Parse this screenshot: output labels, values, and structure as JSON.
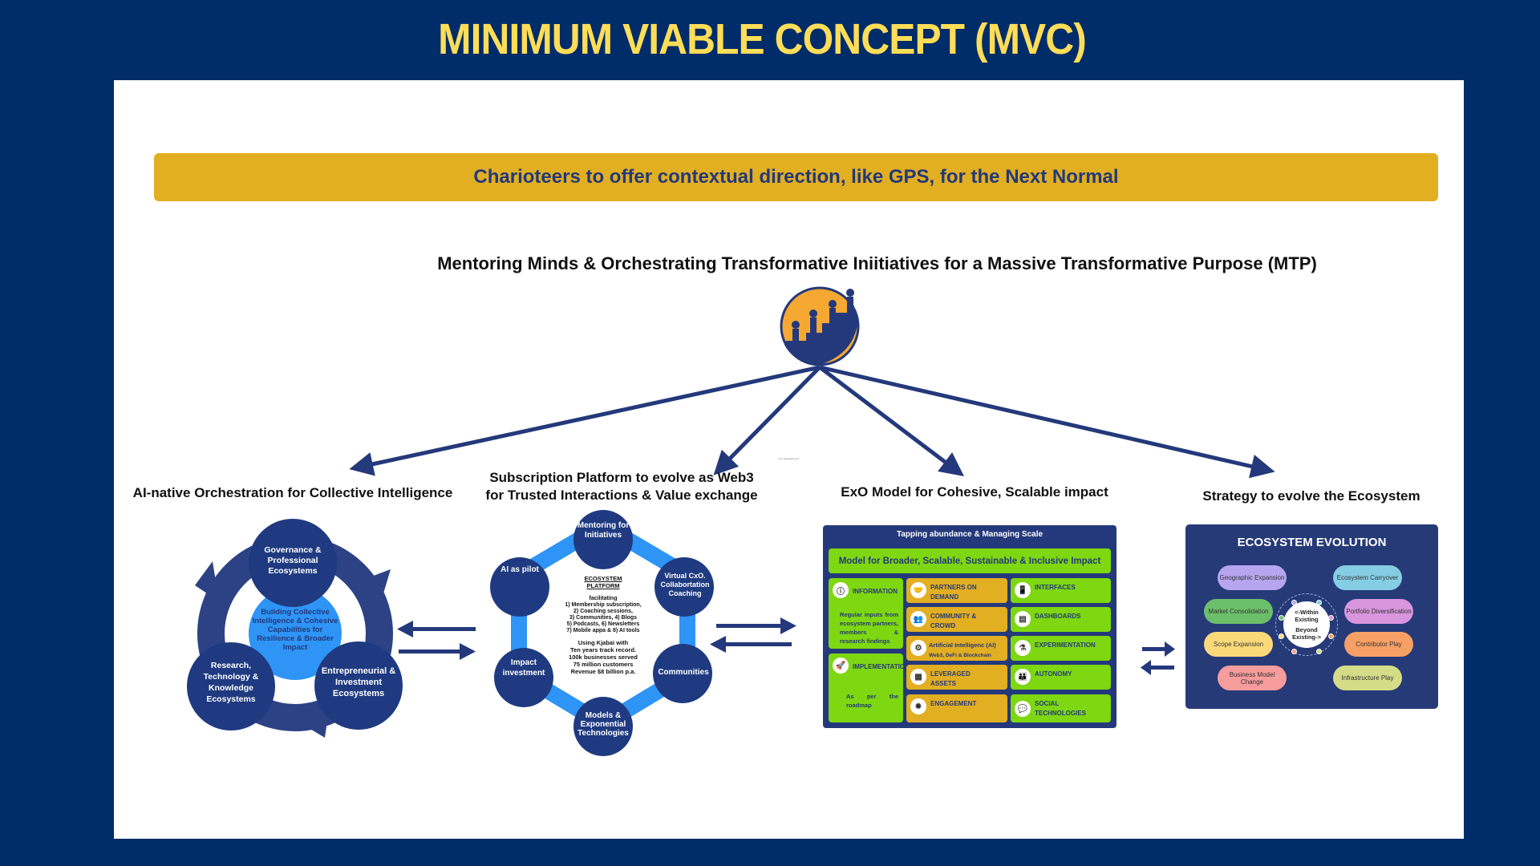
{
  "title": "MINIMUM VIABLE CONCEPT (MVC)",
  "banner": "Charioteers to offer contextual direction, like GPS, for the Next Normal",
  "mtp_heading": "Mentoring Minds & Orchestrating Transformative Iniitiatives for a Massive Transformative Purpose (MTP)",
  "placeholder_text": "Your paragraph text",
  "colors": {
    "background": "#002c6a",
    "title": "#ffdd57",
    "banner": "#e2ae22",
    "navy": "#24397b",
    "light_blue": "#2e94f5",
    "green": "#7ed710"
  },
  "logo": {
    "icon": "people-climbing-stairs-logo"
  },
  "sections": {
    "ai_native": {
      "title": "AI-native Orchestration for Collective Intelligence",
      "center": "Building Collective Intelligence & Cohesive Capabilities for Resilience & Broader Impact",
      "nodes": [
        "Governance & Professional Ecosystems",
        "Entrepreneurial & Investment Ecosystems",
        "Research, Technology & Knowledge Ecosystems"
      ]
    },
    "subscription": {
      "title_line1": "Subscription Platform to evolve as Web3",
      "title_line2": "for Trusted Interactions & Value exchange",
      "center_title_1": "ECOSYSTEM",
      "center_title_2": "PLATFORM",
      "facilitating": [
        "facilitating",
        "1) Membership subscription,",
        "2) Coaching sessions,",
        "3) Communities, 4) Blogs",
        "5) Podcasts, 6) Newsletters",
        "7) Mobile appa & 8) AI tools"
      ],
      "kajabi": [
        "Using Kjabai with",
        "Ten years track record.",
        "100k businesses served",
        "75 million customers",
        "Revenue $8 billion p.a."
      ],
      "nodes": [
        "Mentoring for Initiatives",
        "Virtual CxO. Collabortation Coaching",
        "Communities",
        "Models & Exponential Technologies",
        "Impact investment",
        "AI as pilot"
      ]
    },
    "exo": {
      "title": "ExO Model for Cohesive, Scalable impact",
      "header": "Tapping abundance & Managing Scale",
      "model": "Model for Broader, Scalable, Sustainable & Inclusive Impact",
      "left": [
        {
          "label": "INFORMATION",
          "icon": "info-icon",
          "desc": "Regular inputs from ecosystem partners, members & research findings"
        },
        {
          "label": "IMPLEMENTATION",
          "icon": "rocket-icon",
          "desc": "As per the roadmap"
        }
      ],
      "middle": [
        {
          "label": "PARTNERS ON DEMAND",
          "icon": "handshake-icon"
        },
        {
          "label": "COMMUNITY & CROWD",
          "icon": "crowd-icon"
        },
        {
          "label": "Artificial Intelligenc (AI)",
          "label2": "Web3, DeFi & Blockchain",
          "icon": "ai-chip-icon"
        },
        {
          "label": "LEVERAGED ASSETS",
          "icon": "assets-icon"
        },
        {
          "label": "ENGAGEMENT",
          "icon": "engagement-icon"
        }
      ],
      "right": [
        {
          "label": "INTERFACES",
          "icon": "mobile-icon"
        },
        {
          "label": "DASHBOARDS",
          "icon": "dashboard-icon"
        },
        {
          "label": "EXPERIMENTATION",
          "icon": "experiment-icon"
        },
        {
          "label": "AUTONOMY",
          "icon": "team-icon"
        },
        {
          "label": "SOCIAL TECHNOLOGIES",
          "icon": "social-icon"
        }
      ]
    },
    "strategy": {
      "title": "Strategy to evolve the Ecosystem",
      "panel_title": "ECOSYSTEM EVOLUTION",
      "center_top": "<-Within Existing",
      "center_bottom": "Beyond Existing->",
      "left_bubbles": [
        {
          "label": "Geographic Expansion",
          "color": "#b7a6ef"
        },
        {
          "label": "Market Consolidation",
          "color": "#6cbf6a"
        },
        {
          "label": "Scope Expansion",
          "color": "#fbd97a"
        },
        {
          "label": "Business Model Change",
          "color": "#f79c9c"
        }
      ],
      "right_bubbles": [
        {
          "label": "Ecosystem Carryover",
          "color": "#85cde4"
        },
        {
          "label": "Portfolio Diversification",
          "color": "#d995dd"
        },
        {
          "label": "Contributor Play",
          "color": "#f7a065"
        },
        {
          "label": "Infrastructure Play",
          "color": "#d5dc87"
        }
      ]
    }
  }
}
